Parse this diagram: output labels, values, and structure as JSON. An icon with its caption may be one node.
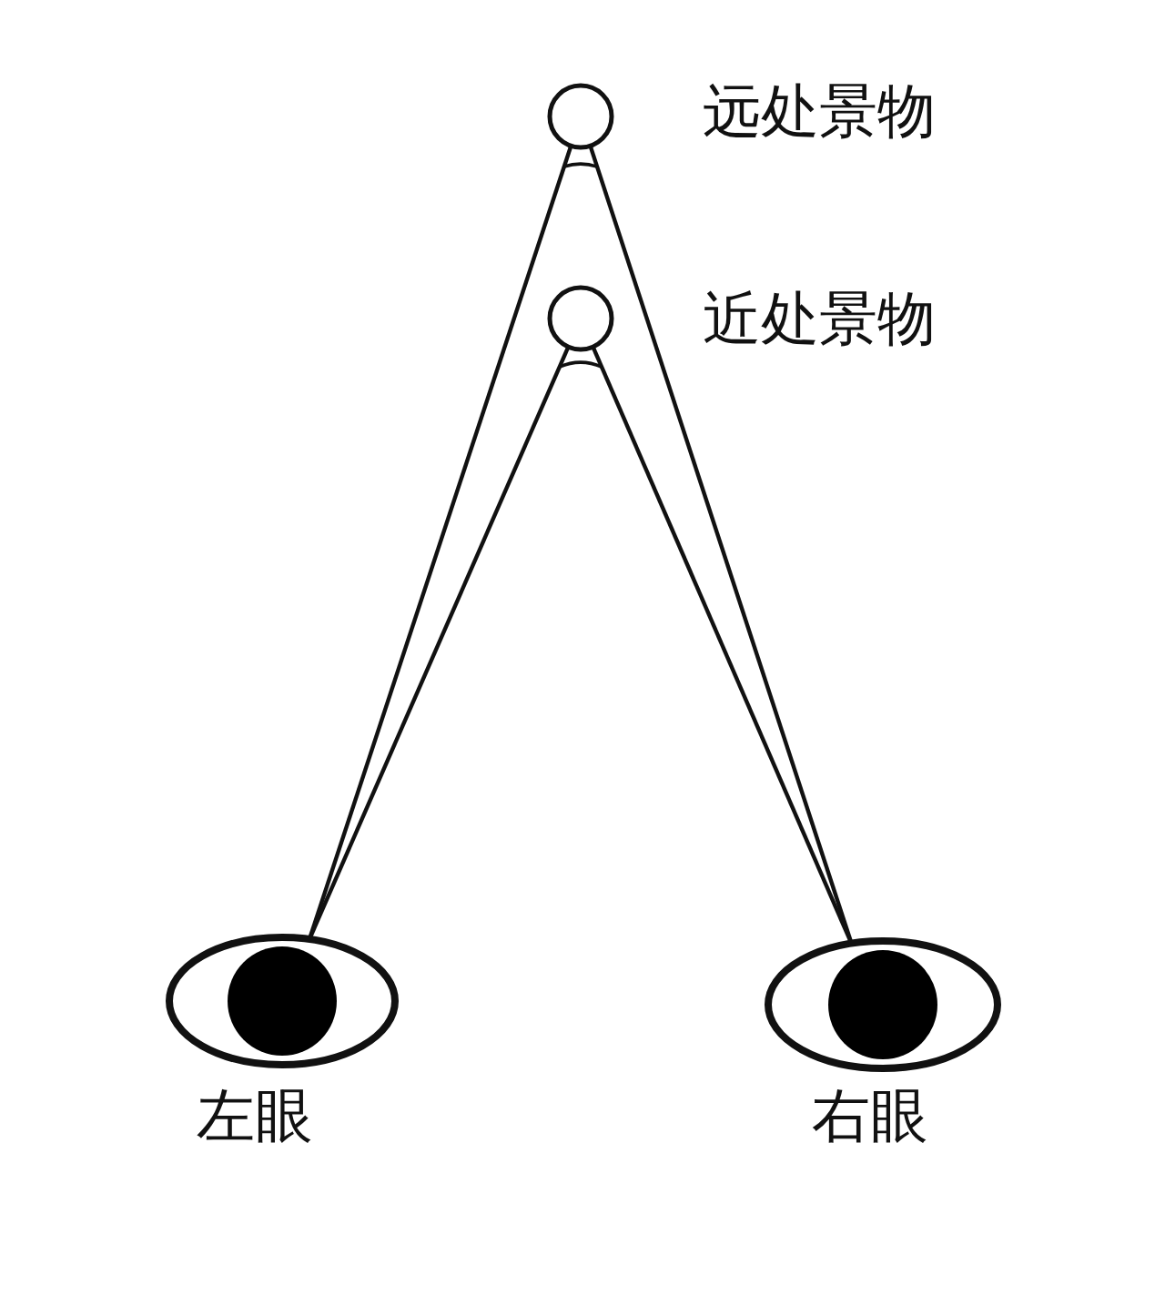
{
  "diagram": {
    "nodes": [
      {
        "text": [],
        "shape": "circle",
        "beside": [
          "远处景物"
        ]
      },
      {
        "text": [],
        "shape": "circle",
        "beside": [
          "近处景物"
        ]
      },
      {
        "text": [],
        "shape": "eye",
        "beside": [
          "左眼"
        ]
      },
      {
        "text": [],
        "shape": "eye",
        "beside": [
          "右眼"
        ]
      }
    ],
    "edges": [
      {
        "from": 2,
        "to": 0,
        "arrow": "none"
      },
      {
        "from": 2,
        "to": 1,
        "arrow": "none"
      },
      {
        "from": 3,
        "to": 0,
        "arrow": "none"
      },
      {
        "from": 3,
        "to": 1,
        "arrow": "none"
      }
    ]
  }
}
